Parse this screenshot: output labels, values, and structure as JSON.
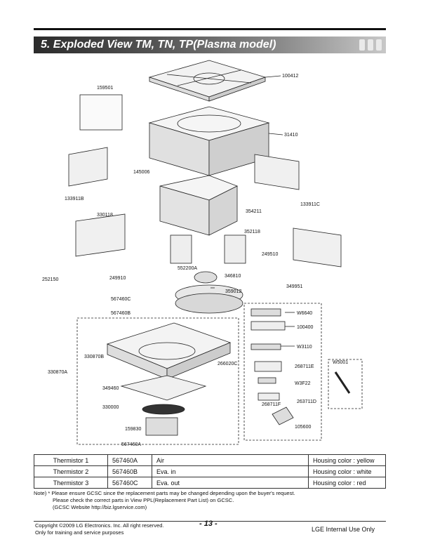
{
  "header": {
    "title": "5. Exploded View TM, TN, TP(Plasma model)"
  },
  "diagram": {
    "part_labels": [
      "100412",
      "159501",
      "31410",
      "145006",
      "133911C",
      "133911B",
      "330118",
      "354211",
      "352118",
      "249510",
      "552200A",
      "346810",
      "359012",
      "349951",
      "W6640",
      "100400",
      "W3110",
      "268711E",
      "W5001",
      "W3F22",
      "268711F",
      "263711D",
      "105600",
      "252150",
      "249910",
      "567460C",
      "567460B",
      "330870B",
      "330870A",
      "266020C",
      "349460",
      "330000",
      "159830",
      "567460A"
    ]
  },
  "table": {
    "rows": [
      {
        "name": "Thermistor 1",
        "code": "567460A",
        "location": "Air",
        "housing": "Housing color : yellow"
      },
      {
        "name": "Thermistor 2",
        "code": "567460B",
        "location": "Eva. in",
        "housing": "Housing color : white"
      },
      {
        "name": "Thermistor 3",
        "code": "567460C",
        "location": "Eva. out",
        "housing": "Housing color : red"
      }
    ]
  },
  "note": {
    "line1": "Note) * Please ensure GCSC since the replacement parts may be changed depending upon the buyer's request.",
    "line2": "Please check the correct parts in View PPL(Replacement Part List) on GCSC.",
    "line3": "(GCSC Website http://biz.lgservice.com)"
  },
  "footer": {
    "copyright": "Copyright ©2009 LG Electronics. Inc. All right reserved.",
    "purpose": "Only for training and service purposes",
    "page": "- 13 -",
    "internal": "LGE Internal Use Only"
  }
}
